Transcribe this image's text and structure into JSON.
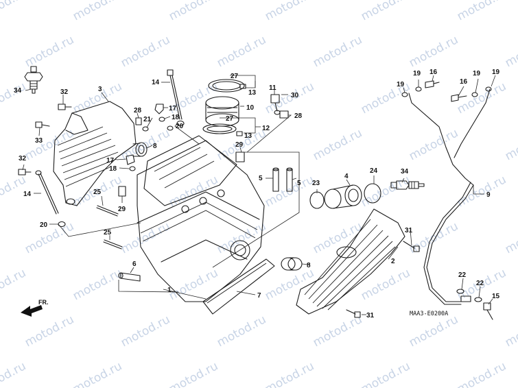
{
  "diagram": {
    "code": "MAA3-E0200A",
    "front_label": "FR.",
    "watermark_text": "motod.ru",
    "callouts": [
      {
        "id": "c34a",
        "label": "34"
      },
      {
        "id": "c32a",
        "label": "32"
      },
      {
        "id": "c3",
        "label": "3"
      },
      {
        "id": "c33",
        "label": "33"
      },
      {
        "id": "c32b",
        "label": "32"
      },
      {
        "id": "c14a",
        "label": "14"
      },
      {
        "id": "c20a",
        "label": "20"
      },
      {
        "id": "c14b",
        "label": "14"
      },
      {
        "id": "c28a",
        "label": "28"
      },
      {
        "id": "c21",
        "label": "21"
      },
      {
        "id": "c17a",
        "label": "17"
      },
      {
        "id": "c18a",
        "label": "18"
      },
      {
        "id": "c20b",
        "label": "20"
      },
      {
        "id": "c8a",
        "label": "8"
      },
      {
        "id": "c17b",
        "label": "17"
      },
      {
        "id": "c18b",
        "label": "18"
      },
      {
        "id": "c25a",
        "label": "25"
      },
      {
        "id": "c29a",
        "label": "29"
      },
      {
        "id": "c25b",
        "label": "25"
      },
      {
        "id": "c6",
        "label": "6"
      },
      {
        "id": "c1",
        "label": "1"
      },
      {
        "id": "c27a",
        "label": "27"
      },
      {
        "id": "c13a",
        "label": "13"
      },
      {
        "id": "c11",
        "label": "11"
      },
      {
        "id": "c30",
        "label": "30"
      },
      {
        "id": "c10",
        "label": "10"
      },
      {
        "id": "c27b",
        "label": "27"
      },
      {
        "id": "c28b",
        "label": "28"
      },
      {
        "id": "c12",
        "label": "12"
      },
      {
        "id": "c13b",
        "label": "13"
      },
      {
        "id": "c29b",
        "label": "29"
      },
      {
        "id": "c5a",
        "label": "5"
      },
      {
        "id": "c5b",
        "label": "5"
      },
      {
        "id": "c4",
        "label": "4"
      },
      {
        "id": "c23",
        "label": "23"
      },
      {
        "id": "c24",
        "label": "24"
      },
      {
        "id": "c34b",
        "label": "34"
      },
      {
        "id": "c7",
        "label": "7"
      },
      {
        "id": "c8b",
        "label": "8"
      },
      {
        "id": "c2",
        "label": "2"
      },
      {
        "id": "c31a",
        "label": "31"
      },
      {
        "id": "c31b",
        "label": "31"
      },
      {
        "id": "c19a",
        "label": "19"
      },
      {
        "id": "c19b",
        "label": "19"
      },
      {
        "id": "c16a",
        "label": "16"
      },
      {
        "id": "c16b",
        "label": "16"
      },
      {
        "id": "c19c",
        "label": "19"
      },
      {
        "id": "c19d",
        "label": "19"
      },
      {
        "id": "c9",
        "label": "9"
      },
      {
        "id": "c22a",
        "label": "22"
      },
      {
        "id": "c22b",
        "label": "22"
      },
      {
        "id": "c15",
        "label": "15"
      }
    ]
  }
}
